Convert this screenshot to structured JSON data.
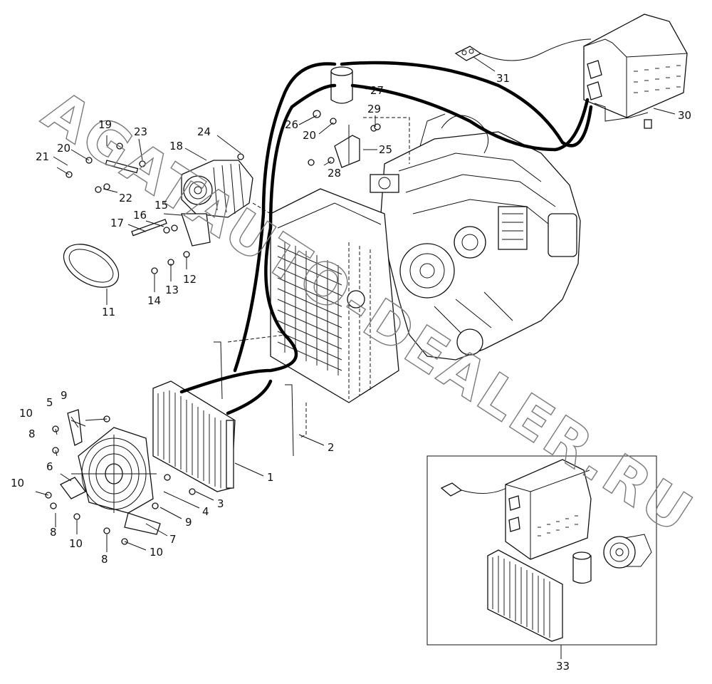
{
  "watermark": "AGATAUTO-DEALER.RU",
  "callouts": [
    {
      "id": "c1",
      "text": "1"
    },
    {
      "id": "c2",
      "text": "2"
    },
    {
      "id": "c3",
      "text": "3"
    },
    {
      "id": "c4",
      "text": "4"
    },
    {
      "id": "c5",
      "text": "5"
    },
    {
      "id": "c6",
      "text": "6"
    },
    {
      "id": "c7",
      "text": "7"
    },
    {
      "id": "c8a",
      "text": "8"
    },
    {
      "id": "c8b",
      "text": "8"
    },
    {
      "id": "c8c",
      "text": "8"
    },
    {
      "id": "c9a",
      "text": "9"
    },
    {
      "id": "c9b",
      "text": "9"
    },
    {
      "id": "c10a",
      "text": "10"
    },
    {
      "id": "c10b",
      "text": "10"
    },
    {
      "id": "c10c",
      "text": "10"
    },
    {
      "id": "c10d",
      "text": "10"
    },
    {
      "id": "c11",
      "text": "11"
    },
    {
      "id": "c12",
      "text": "12"
    },
    {
      "id": "c13",
      "text": "13"
    },
    {
      "id": "c14",
      "text": "14"
    },
    {
      "id": "c15",
      "text": "15"
    },
    {
      "id": "c16",
      "text": "16"
    },
    {
      "id": "c17",
      "text": "17"
    },
    {
      "id": "c18",
      "text": "18"
    },
    {
      "id": "c19",
      "text": "19"
    },
    {
      "id": "c20a",
      "text": "20"
    },
    {
      "id": "c20b",
      "text": "20"
    },
    {
      "id": "c21",
      "text": "21"
    },
    {
      "id": "c22",
      "text": "22"
    },
    {
      "id": "c23",
      "text": "23"
    },
    {
      "id": "c24",
      "text": "24"
    },
    {
      "id": "c25",
      "text": "25"
    },
    {
      "id": "c26",
      "text": "26"
    },
    {
      "id": "c27",
      "text": "27"
    },
    {
      "id": "c28",
      "text": "28"
    },
    {
      "id": "c29",
      "text": "29"
    },
    {
      "id": "c30",
      "text": "30"
    },
    {
      "id": "c31",
      "text": "31"
    },
    {
      "id": "c33",
      "text": "33"
    }
  ]
}
